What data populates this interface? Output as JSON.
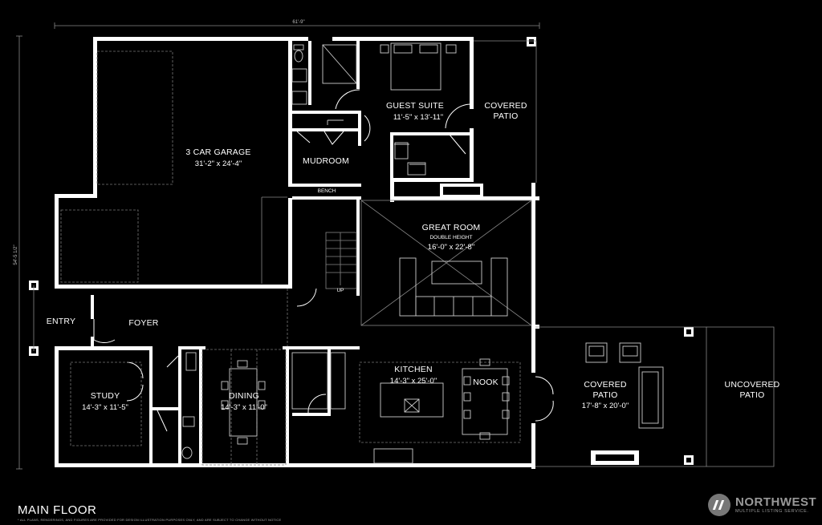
{
  "floor_title": "MAIN FLOOR",
  "disclaimer": "* ALL PLANS, RENDERINGS, AND FIGURES ARE PROVIDED FOR DESIGN ILLUSTRATION PURPOSES ONLY, AND ARE SUBJECT TO CHANGE WITHOUT NOTICE",
  "overall_width": "61'-9\"",
  "overall_depth": "54'-5 1/2\"",
  "rooms": {
    "garage": {
      "name": "3 CAR GARAGE",
      "dims": "31'-2\" x 24'-4\""
    },
    "guest_suite": {
      "name": "GUEST SUITE",
      "dims": "11'-5\" x 13'-11\""
    },
    "covered_patio_top": {
      "line1": "COVERED",
      "line2": "PATIO"
    },
    "mudroom": {
      "name": "MUDROOM"
    },
    "bench": {
      "name": "BENCH"
    },
    "great_room": {
      "name": "GREAT ROOM",
      "note": "DOUBLE HEIGHT",
      "dims": "16'-0\" x 22'-8\""
    },
    "stair": {
      "up": "UP"
    },
    "entry": {
      "name": "ENTRY"
    },
    "foyer": {
      "name": "FOYER"
    },
    "study": {
      "name": "STUDY",
      "dims": "14'-3\" x 11'-5\""
    },
    "dining": {
      "name": "DINING",
      "dims": "14'-3\" x 11'-0\""
    },
    "kitchen": {
      "name": "KITCHEN",
      "dims": "14'-3\" x 25'-0\""
    },
    "nook": {
      "name": "NOOK"
    },
    "covered_patio_right": {
      "line1": "COVERED",
      "line2": "PATIO",
      "dims": "17'-8\" x 20'-0\""
    },
    "uncovered_patio": {
      "line1": "UNCOVERED",
      "line2": "PATIO"
    }
  },
  "brand": {
    "name": "NORTHWEST",
    "tagline": "MULTIPLE LISTING SERVICE."
  },
  "colors": {
    "background": "#000000",
    "walls": "#ffffff",
    "logo": "#777777"
  }
}
